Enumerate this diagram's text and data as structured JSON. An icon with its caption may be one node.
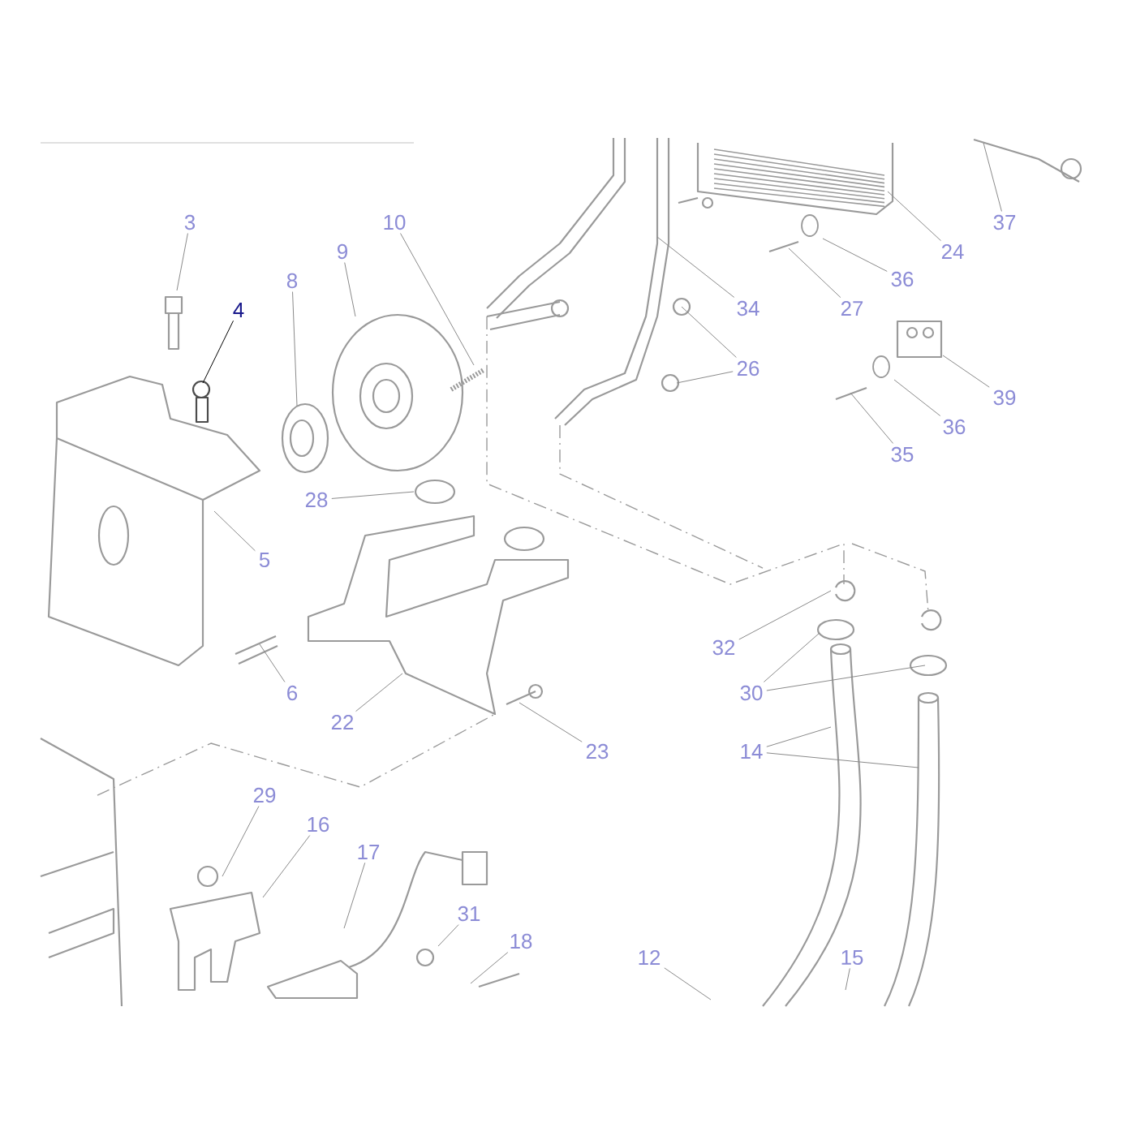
{
  "diagram": {
    "nodes": [
      {
        "text": [
          "3"
        ]
      },
      {
        "text": [
          "4"
        ]
      },
      {
        "text": [
          "8"
        ]
      },
      {
        "text": [
          "9"
        ]
      },
      {
        "text": [
          "10"
        ]
      },
      {
        "text": [
          "37"
        ]
      },
      {
        "text": [
          "24"
        ]
      },
      {
        "text": [
          "36"
        ]
      },
      {
        "text": [
          "27"
        ]
      },
      {
        "text": [
          "34"
        ]
      },
      {
        "text": [
          "26"
        ]
      },
      {
        "text": [
          "39"
        ]
      },
      {
        "text": [
          "36"
        ]
      },
      {
        "text": [
          "35"
        ]
      },
      {
        "text": [
          "28"
        ]
      },
      {
        "text": [
          "5"
        ]
      },
      {
        "text": [
          "32"
        ]
      },
      {
        "text": [
          "30"
        ]
      },
      {
        "text": [
          "6"
        ]
      },
      {
        "text": [
          "22"
        ]
      },
      {
        "text": [
          "23"
        ]
      },
      {
        "text": [
          "14"
        ]
      },
      {
        "text": [
          "29"
        ]
      },
      {
        "text": [
          "16"
        ]
      },
      {
        "text": [
          "17"
        ]
      },
      {
        "text": [
          "31"
        ]
      },
      {
        "text": [
          "18"
        ]
      },
      {
        "text": [
          "12"
        ]
      },
      {
        "text": [
          "15"
        ]
      }
    ],
    "edges": [
      {
        "from": 0,
        "to": null,
        "arrow": "none"
      },
      {
        "from": 1,
        "to": null,
        "arrow": "none",
        "color": "#000000"
      },
      {
        "from": 2,
        "to": null,
        "arrow": "none"
      },
      {
        "from": 3,
        "to": null,
        "arrow": "none"
      },
      {
        "from": 4,
        "to": null,
        "arrow": "none"
      },
      {
        "from": 5,
        "to": null,
        "arrow": "none"
      },
      {
        "from": 6,
        "to": null,
        "arrow": "none"
      },
      {
        "from": 7,
        "to": null,
        "arrow": "none"
      },
      {
        "from": 8,
        "to": null,
        "arrow": "none"
      },
      {
        "from": 9,
        "to": null,
        "arrow": "none"
      },
      {
        "from": 10,
        "to": null,
        "arrow": "none"
      },
      {
        "from": 10,
        "to": null,
        "arrow": "none"
      },
      {
        "from": 11,
        "to": null,
        "arrow": "none"
      },
      {
        "from": 12,
        "to": null,
        "arrow": "none"
      },
      {
        "from": 13,
        "to": null,
        "arrow": "none"
      },
      {
        "from": 14,
        "to": null,
        "arrow": "none"
      },
      {
        "from": 15,
        "to": null,
        "arrow": "none"
      },
      {
        "from": 16,
        "to": null,
        "arrow": "none"
      },
      {
        "from": 17,
        "to": null,
        "arrow": "none"
      },
      {
        "from": 17,
        "to": null,
        "arrow": "none"
      },
      {
        "from": 18,
        "to": null,
        "arrow": "none"
      },
      {
        "from": 19,
        "to": null,
        "arrow": "none"
      },
      {
        "from": 20,
        "to": null,
        "arrow": "none"
      },
      {
        "from": 21,
        "to": null,
        "arrow": "none"
      },
      {
        "from": 21,
        "to": null,
        "arrow": "none"
      },
      {
        "from": 22,
        "to": null,
        "arrow": "none"
      },
      {
        "from": 23,
        "to": null,
        "arrow": "none"
      },
      {
        "from": 24,
        "to": null,
        "arrow": "none"
      },
      {
        "from": 25,
        "to": null,
        "arrow": "none"
      },
      {
        "from": 26,
        "to": null,
        "arrow": "none"
      },
      {
        "from": 27,
        "to": null,
        "arrow": "none"
      },
      {
        "from": 28,
        "to": null,
        "arrow": "none"
      }
    ]
  }
}
